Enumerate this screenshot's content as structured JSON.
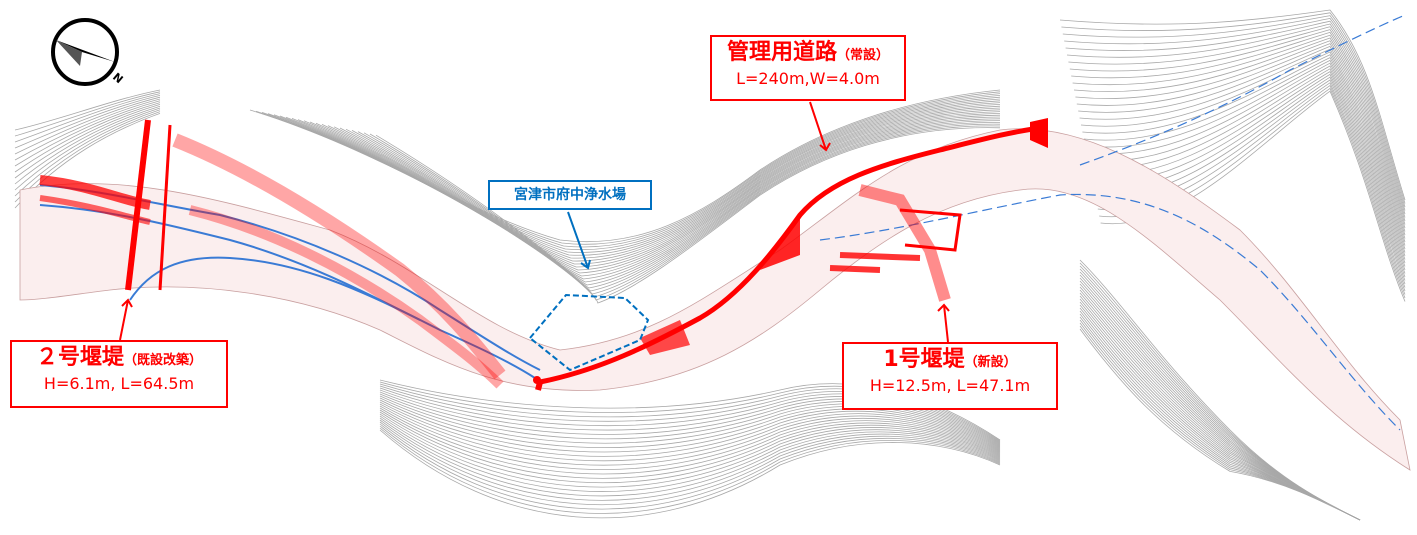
{
  "callouts": {
    "dam2": {
      "title": "２号堰堤",
      "note": "（既設改築）",
      "spec": "H=6.1m, L=64.5m"
    },
    "dam1": {
      "title": "1号堰堤",
      "note": "（新設）",
      "spec": "H=12.5m, L=47.1m"
    },
    "road": {
      "title": "管理用道路",
      "note": "（常設）",
      "spec": "L=240m,W=4.0m"
    },
    "plant": {
      "title": "宮津市府中浄水場"
    }
  },
  "compass": {
    "icon": "north-arrow-icon",
    "label": "N"
  },
  "colors": {
    "plan": "#ff0000",
    "existing": "#3a7bd5",
    "contour": "#9a9a9a",
    "callout_red": "#ff0000",
    "callout_blue": "#0070c0"
  }
}
